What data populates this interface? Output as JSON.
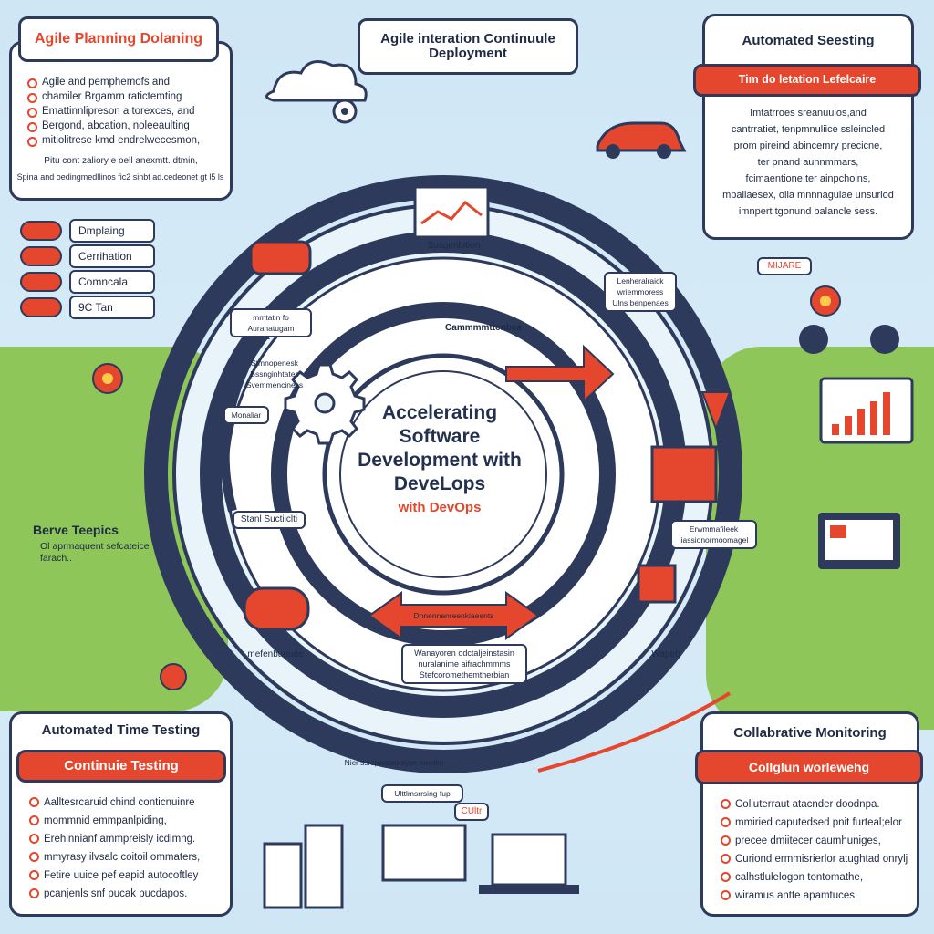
{
  "colors": {
    "accent": "#e4472d",
    "navy": "#2d3a5c",
    "sky": "#cfe6f5",
    "grass": "#8ec65a"
  },
  "center": {
    "title": "Accelerating Software Development with DeveLops",
    "subtitle": "with DevOps"
  },
  "top_left": {
    "tag": "Agile Planning Dolaning",
    "bullets": [
      "Agile and pemphemofs and",
      "chamiler Brgamrn ratictemting",
      "Emattinnlipreson a torexces, and",
      "Bergond, abcation, noleeaulting",
      "mitiolitrese kmd endrelwecesmon,"
    ],
    "footer1": "Pitu cont zaliory e oell anexmtt. dtmin,",
    "footer2": "Spina and oedingmedllinos fic2 sinbt ad.cedeonet gt l5 ls"
  },
  "top_center": {
    "tag": "Agile interation Continuule Deployment"
  },
  "top_right": {
    "title": "Automated Seesting",
    "tag": "Tim do letation Lefelcaire",
    "lines": [
      "Imtatrroes sreanuulos,and",
      "cantrratiet, tenpmnuliice ssleincled",
      "prom pireind abincemry precicne,",
      "ter pnand aunnmmars,",
      "fcimaentione ter ainpchoins,",
      "mpaliaesex, olla mnnnagulae unsurlod",
      "imnpert tgonund balancle sess."
    ]
  },
  "left_list": [
    "Dmplaing",
    "Cerrihation",
    "Comncala",
    "9C Tan"
  ],
  "left_box": {
    "title": "Berve Teepics",
    "text": "Ol aprmaquent sefcateice farach.."
  },
  "bottom_left": {
    "title": "Automated Time Testing",
    "tag": "Continuie Testing",
    "bullets": [
      "Aalltesrcaruid chind conticnuinre",
      "mommnid emmpanlpiding,",
      "Erehinnianf ammpreisly icdimng.",
      "mmyrasy ilvsalc coitoil ommaters,",
      "Fetire uuice pef eapid autocoftley",
      "pcanjenls snf pucak pucdapos."
    ]
  },
  "bottom_right": {
    "title": "Collabrative Monitoring",
    "tag": "Collglun worlewehg",
    "bullets": [
      "Coliuterraut atacnder doodnpa.",
      "mmiried caputedsed pnit furteal;elor",
      "precee dmiitecer caumhuniges,",
      "Curiond ermmisrierlor atughtad onrylj",
      "calhstlulelogon tontomathe,",
      "wiramus antte apamtuces."
    ]
  },
  "ring_labels": {
    "autom": "mmtatin fo Auranatugam",
    "superb": "Susgeribition",
    "lenders": "Lenheralraick wriemmoress Ulns benpenaes",
    "comms": "Cammmmttcnbea",
    "stint": "Stmnopenesk Bssnginhtates Svemmenciness",
    "monitor": "Monaliar",
    "stanl": "Stanl Suctiiclti",
    "mjare": "MIJARE",
    "envm": "Erwmmafileek iiassionormoomagel",
    "bottom_arrow": "Dnnennenreenkiaeents",
    "bottom_box": "Wanayoren odctaljeinstasin nuralanime aifrachmmms Stefcoromethemtherbian",
    "metben": "mefenbuuuee",
    "wapeb": "Wapeb",
    "nicr": "Nicr ssrsparpoooiyps mesitin",
    "ultim": "Ulttlmsrrsing fup",
    "cultr": "CUltr"
  }
}
